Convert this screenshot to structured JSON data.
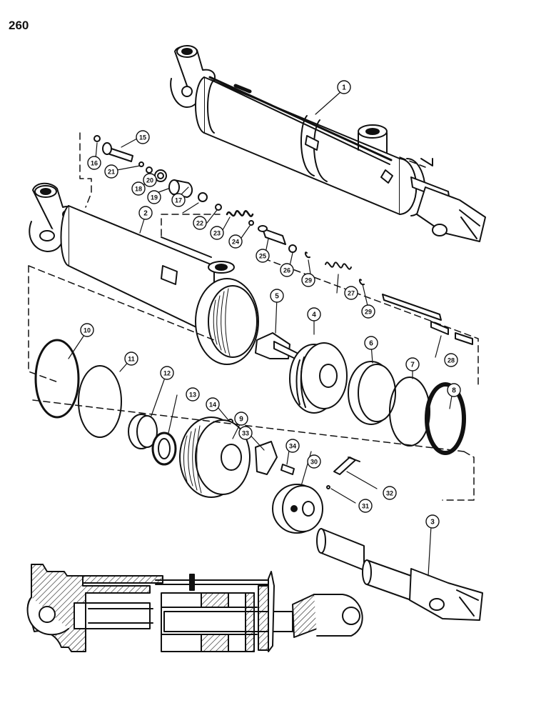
{
  "page": {
    "number": "260"
  },
  "callouts": [
    {
      "id": "c1",
      "label": "1"
    },
    {
      "id": "c2",
      "label": "2"
    },
    {
      "id": "c3",
      "label": "3"
    },
    {
      "id": "c4",
      "label": "4"
    },
    {
      "id": "c5",
      "label": "5"
    },
    {
      "id": "c6",
      "label": "6"
    },
    {
      "id": "c7",
      "label": "7"
    },
    {
      "id": "c8",
      "label": "8"
    },
    {
      "id": "c9",
      "label": "9"
    },
    {
      "id": "c10",
      "label": "10"
    },
    {
      "id": "c11",
      "label": "11"
    },
    {
      "id": "c12",
      "label": "12"
    },
    {
      "id": "c13",
      "label": "13"
    },
    {
      "id": "c14",
      "label": "14"
    },
    {
      "id": "c15",
      "label": "15"
    },
    {
      "id": "c16",
      "label": "16"
    },
    {
      "id": "c17",
      "label": "17"
    },
    {
      "id": "c18",
      "label": "18"
    },
    {
      "id": "c19",
      "label": "19"
    },
    {
      "id": "c20",
      "label": "20"
    },
    {
      "id": "c21",
      "label": "21"
    },
    {
      "id": "c22",
      "label": "22"
    },
    {
      "id": "c23",
      "label": "23"
    },
    {
      "id": "c24",
      "label": "24"
    },
    {
      "id": "c25",
      "label": "25"
    },
    {
      "id": "c26",
      "label": "26"
    },
    {
      "id": "c27",
      "label": "27"
    },
    {
      "id": "c28",
      "label": "28"
    },
    {
      "id": "c29a",
      "label": "29"
    },
    {
      "id": "c29b",
      "label": "29"
    },
    {
      "id": "c30",
      "label": "30"
    },
    {
      "id": "c31",
      "label": "31"
    },
    {
      "id": "c32",
      "label": "32"
    },
    {
      "id": "c33",
      "label": "33"
    },
    {
      "id": "c34",
      "label": "34"
    }
  ]
}
